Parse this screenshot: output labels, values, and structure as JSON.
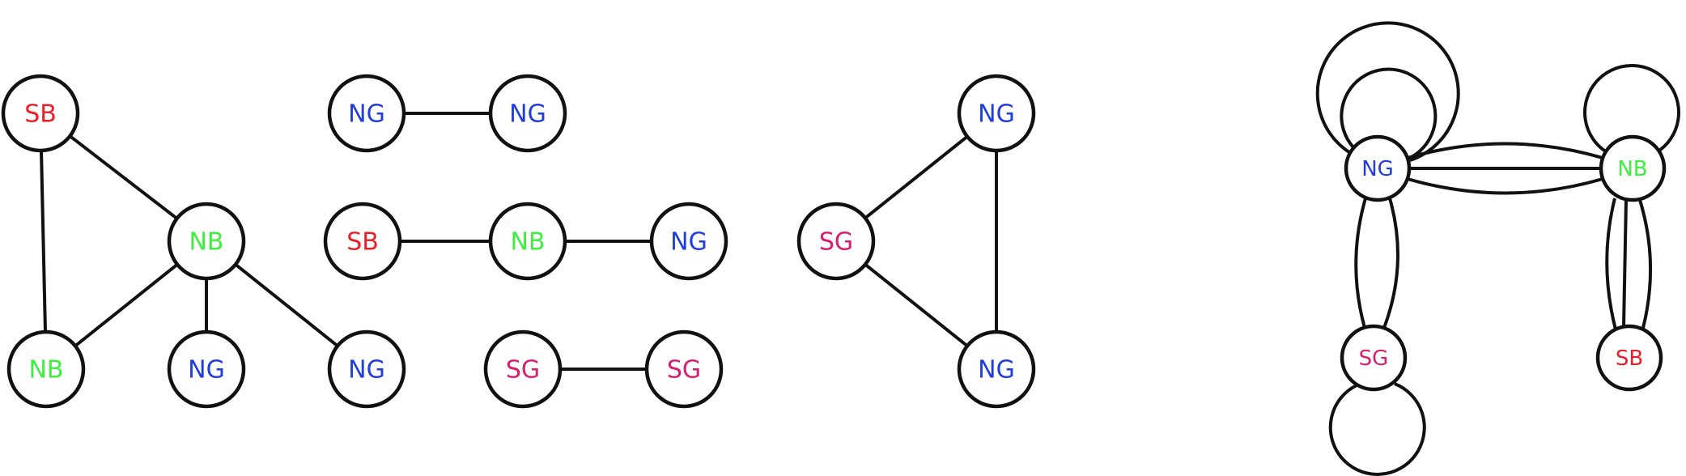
{
  "colors": {
    "SB": "#e8202a",
    "NB": "#3df03d",
    "NG": "#1f3de0",
    "SG": "#d81e6e",
    "stroke": "#111111"
  },
  "graphs": [
    {
      "id": "tree",
      "nodes": [
        {
          "id": "t1",
          "label": "SB"
        },
        {
          "id": "t2",
          "label": "NB"
        },
        {
          "id": "t3",
          "label": "NB"
        },
        {
          "id": "t4",
          "label": "NG"
        },
        {
          "id": "t5",
          "label": "NG"
        }
      ],
      "edges": [
        [
          "t1",
          "t2"
        ],
        [
          "t1",
          "t3"
        ],
        [
          "t2",
          "t3"
        ],
        [
          "t2",
          "t4"
        ],
        [
          "t2",
          "t5"
        ]
      ]
    },
    {
      "id": "pair-ng",
      "nodes": [
        {
          "id": "a1",
          "label": "NG"
        },
        {
          "id": "a2",
          "label": "NG"
        }
      ],
      "edges": [
        [
          "a1",
          "a2"
        ]
      ]
    },
    {
      "id": "path-sb-nb-ng",
      "nodes": [
        {
          "id": "b1",
          "label": "SB"
        },
        {
          "id": "b2",
          "label": "NB"
        },
        {
          "id": "b3",
          "label": "NG"
        }
      ],
      "edges": [
        [
          "b1",
          "b2"
        ],
        [
          "b2",
          "b3"
        ]
      ]
    },
    {
      "id": "pair-sg",
      "nodes": [
        {
          "id": "c1",
          "label": "SG"
        },
        {
          "id": "c2",
          "label": "SG"
        }
      ],
      "edges": [
        [
          "c1",
          "c2"
        ]
      ]
    },
    {
      "id": "triangle",
      "nodes": [
        {
          "id": "d1",
          "label": "NG"
        },
        {
          "id": "d2",
          "label": "SG"
        },
        {
          "id": "d3",
          "label": "NG"
        }
      ],
      "edges": [
        [
          "d1",
          "d2"
        ],
        [
          "d1",
          "d3"
        ],
        [
          "d2",
          "d3"
        ]
      ]
    },
    {
      "id": "quotient",
      "nodes": [
        {
          "id": "q1",
          "label": "NG"
        },
        {
          "id": "q2",
          "label": "NB"
        },
        {
          "id": "q3",
          "label": "SG"
        },
        {
          "id": "q4",
          "label": "SB"
        }
      ],
      "edges": [
        [
          "q1",
          "q2"
        ],
        [
          "q1",
          "q2"
        ],
        [
          "q1",
          "q2"
        ],
        [
          "q1",
          "q3"
        ],
        [
          "q1",
          "q3"
        ],
        [
          "q2",
          "q4"
        ],
        [
          "q2",
          "q4"
        ],
        [
          "q2",
          "q4"
        ]
      ],
      "loops": [
        [
          "q1",
          2
        ],
        [
          "q2",
          1
        ],
        [
          "q3",
          1
        ]
      ]
    }
  ]
}
